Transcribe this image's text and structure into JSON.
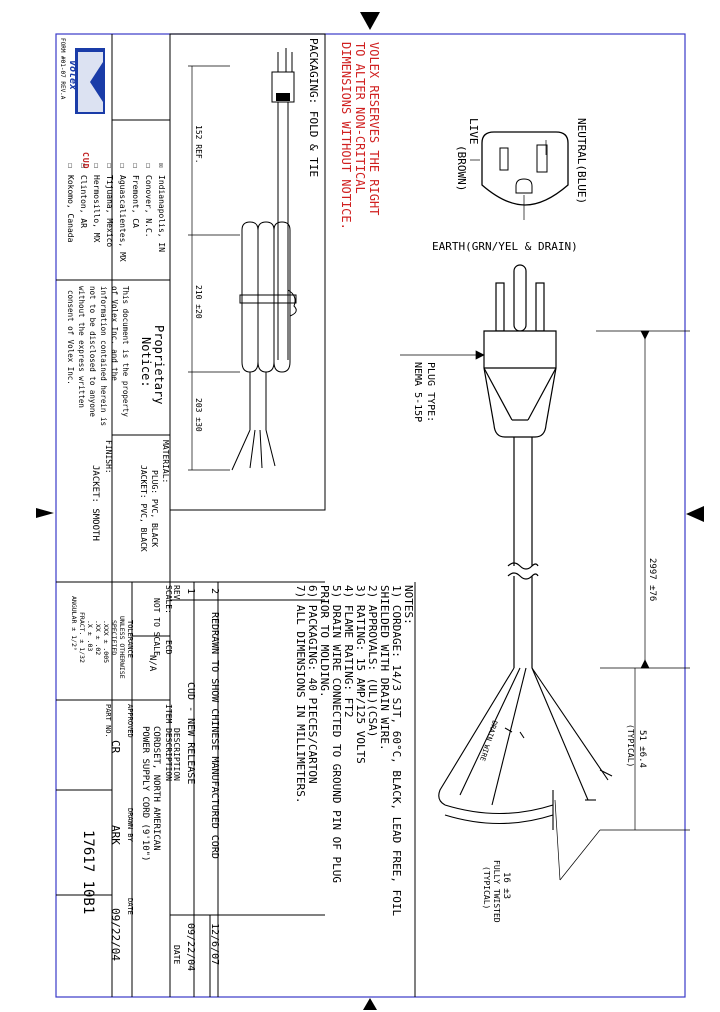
{
  "logo": {
    "brand": "Volex",
    "division": "CUD",
    "form": "FORM #01-07 REV.A"
  },
  "locations": {
    "items": [
      {
        "mark": "☒",
        "label": "Indianapolis, IN"
      },
      {
        "mark": "☐",
        "label": "Conover, N.C."
      },
      {
        "mark": "☐",
        "label": "Fremont, CA"
      },
      {
        "mark": "☐",
        "label": "Aguascalientes, MX"
      },
      {
        "mark": "☐",
        "label": "Tijuana, Mexico"
      },
      {
        "mark": "☐",
        "label": "Hermosillo, MX"
      },
      {
        "mark": "☐",
        "label": "Clinton, AR"
      },
      {
        "mark": "☐",
        "label": "Kokomo, Canada"
      }
    ]
  },
  "proprietary": {
    "title1": "Proprietary",
    "title2": "Notice:",
    "lines": [
      "This document is the property",
      "of Volex Inc. and the",
      "information contained herein is",
      "not to be disclosed to anyone",
      "without the express written",
      "consent of Volex Inc."
    ]
  },
  "material": {
    "label": "MATERIAL:",
    "plug": "PLUG: PVC, BLACK",
    "jacket": "JACKET: PVC, BLACK"
  },
  "finish": {
    "label": "FINISH:",
    "value": "JACKET: SMOOTH"
  },
  "packaging": {
    "title": "PACKAGING: FOLD & TIE",
    "dim1": "152 REF.",
    "dim2": "210 ±20",
    "dim3": "203 ±30"
  },
  "warning": {
    "line1": "VOLEX RESERVES THE RIGHT",
    "line2": "TO ALTER NON-CRITICAL",
    "line3": "DIMENSIONS WITHOUT NOTICE."
  },
  "face": {
    "neutral": "NEUTRAL(BLUE)",
    "live1": "LIVE",
    "live2": "(BROWN)",
    "earth": "EARTH(GRN/YEL & DRAIN)"
  },
  "plug": {
    "type_label": "PLUG TYPE:",
    "type_value": "NEMA 5-15P"
  },
  "dims": {
    "overall": "2997 ±76",
    "strip": "51 ±6.4",
    "strip_note": "(TYPICAL)",
    "end": "16 ±3",
    "twist1": "FULLY TWISTED",
    "twist2": "(TYPICAL)",
    "drain": "DRAIN WIRE"
  },
  "notes": {
    "title": "NOTES:",
    "lines": [
      "1) CORDAGE: 14/3 SJT, 60°C, BLACK, LEAD FREE, FOIL",
      "    SHIELDED WITH DRAIN WIRE.",
      "2) APPROVALS: (UL)(CSA)",
      "3) RATING: 15 AMP/125 VOLTS",
      "4) FLAME RATING: FT2",
      "5) DRAIN WIRE CONNECTED TO GROUND PIN OF PLUG",
      "    PRIOR TO MOLDING.",
      "6) PACKAGING: 40 PIECES/CARTON",
      "7) ALL DIMENSIONS IN MILLIMETERS."
    ]
  },
  "revisions": [
    {
      "rev": "2",
      "desc": "REDRAWN TO SHOW CHINESE MANUFACTURED CORD",
      "date": "12/6/07"
    },
    {
      "rev": "1",
      "desc": "CUD - NEW RELEASE",
      "date": "09/22/04"
    }
  ],
  "rev_header": {
    "rev": "REV",
    "desc": "DESCRIPTION",
    "date": "DATE"
  },
  "title_block": {
    "scale_label": "SCALE:",
    "scale_value": "NOT TO SCALE",
    "ecd_label": "ECD",
    "ecd_value": "N/A",
    "tol_title": "TOLERANCE",
    "tol_sub1": "UNLESS OTHERWISE",
    "tol_sub2": "SPECIFIED",
    "tol_lines": [
      ".XXX ± .005",
      ".XX ± .02",
      ".X ± .03",
      "FRACT. ± 1/32",
      "ANGULAR ± 1/2°"
    ],
    "item_desc_label": "ITEM DESCRIPTION",
    "item_desc1": "CORDSET, NORTH AMERICAN",
    "item_desc2": "POWER SUPPLY CORD (9'10\")",
    "approved_label": "APPROVED",
    "approved_by": "CR",
    "drawn_label": "DRAWN BY",
    "drawn_by": "ARK",
    "date_label": "DATE",
    "date_value": "09/22/04",
    "part_label": "PART NO.",
    "part_value": "17617 10B1"
  }
}
